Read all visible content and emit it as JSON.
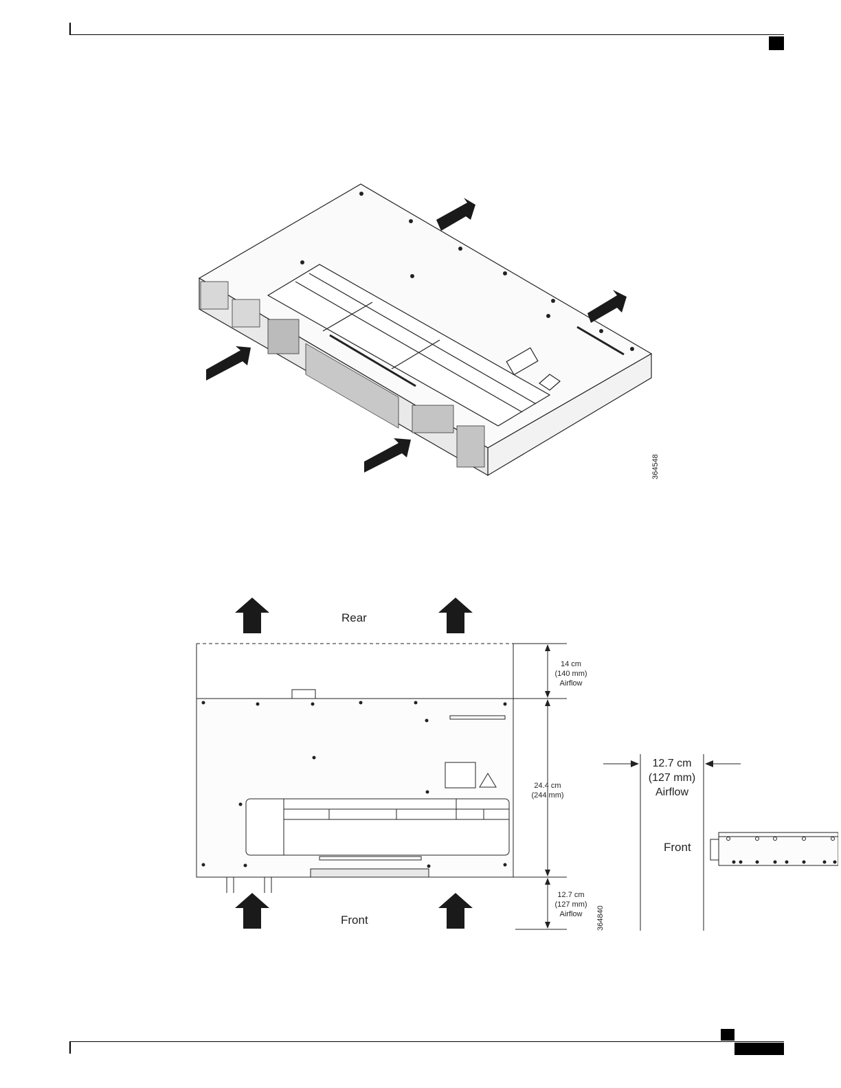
{
  "figure1": {
    "figure_id": "364548"
  },
  "figure2": {
    "figure_id": "364840",
    "labels": {
      "rear": "Rear",
      "front_bottom": "Front",
      "front_side": "Front"
    },
    "dimensions": {
      "rear_clearance": [
        "14 cm",
        "(140 mm)",
        "Airflow"
      ],
      "depth": [
        "24.4 cm",
        "(244 mm)"
      ],
      "front_clearance": [
        "12.7 cm",
        "(127 mm)",
        "Airflow"
      ],
      "side_clearance": [
        "12.7 cm",
        "(127 mm)",
        "Airflow"
      ]
    }
  },
  "colors": {
    "ink": "#222222",
    "arrow_fill": "#1a1a1a",
    "page": "#ffffff"
  }
}
